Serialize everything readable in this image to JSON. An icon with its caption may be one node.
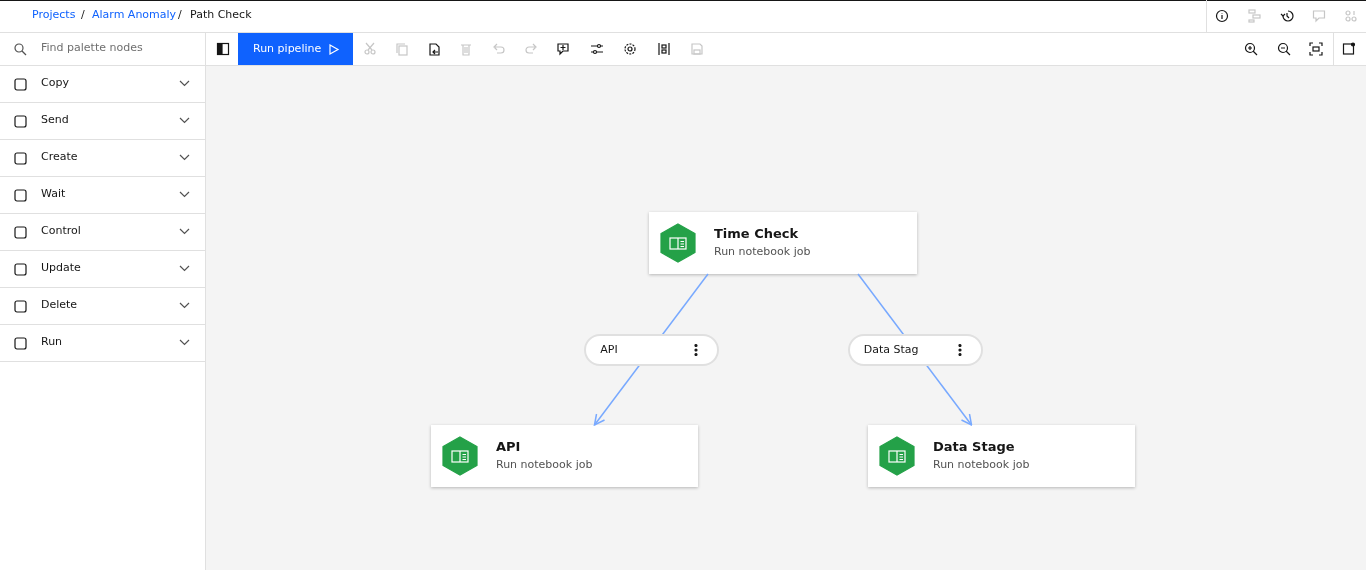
{
  "diagram": {
    "nodes": [
      {
        "text": [
          "Time Check",
          "Run notebook job"
        ]
      },
      {
        "text": [
          "API",
          "Run notebook job"
        ]
      },
      {
        "text": [
          "Data Stage",
          "Run notebook job"
        ]
      }
    ],
    "edges": [
      {
        "from": 0,
        "to": 1,
        "arrow": "to",
        "label": "API"
      },
      {
        "from": 0,
        "to": 2,
        "arrow": "to",
        "label": "Data Stag"
      }
    ],
    "labels": [
      "Projects",
      "/",
      "Alarm Anomaly",
      "/",
      "Path Check",
      "Find palette nodes",
      "Run pipeline",
      "Copy",
      "Send",
      "Create",
      "Wait",
      "Control",
      "Update",
      "Delete",
      "Run"
    ]
  }
}
